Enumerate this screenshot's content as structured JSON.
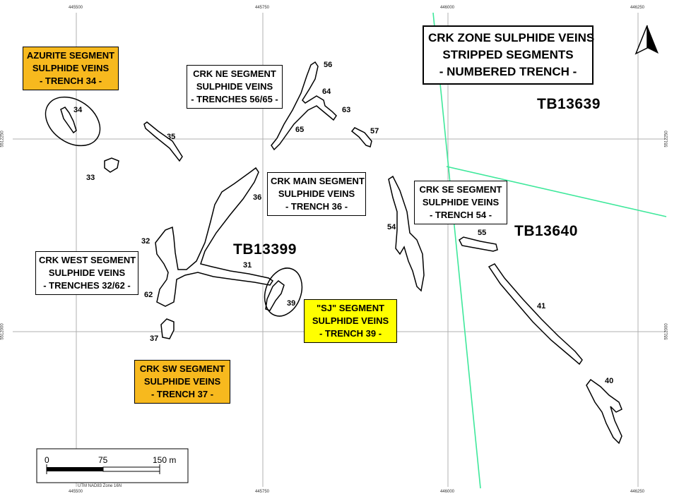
{
  "title": {
    "line1": "CRK ZONE SULPHIDE VEINS",
    "line2": "STRIPPED SEGMENTS",
    "line3": "- NUMBERED TRENCH -"
  },
  "segments": {
    "azurite": {
      "line1": "AZURITE SEGMENT",
      "line2": "SULPHIDE VEINS",
      "line3": "- TRENCH 34 -",
      "color": "#f7b91e"
    },
    "ne": {
      "line1": "CRK NE SEGMENT",
      "line2": "SULPHIDE VEINS",
      "line3": "- TRENCHES 56/65 -",
      "color": "#ffffff"
    },
    "main": {
      "line1": "CRK MAIN SEGMENT",
      "line2": "SULPHIDE VEINS",
      "line3": "- TRENCH 36 -",
      "color": "#ffffff"
    },
    "se": {
      "line1": "CRK SE SEGMENT",
      "line2": "SULPHIDE VEINS",
      "line3": "- TRENCH 54 -",
      "color": "#ffffff"
    },
    "west": {
      "line1": "CRK WEST SEGMENT",
      "line2": "SULPHIDE VEINS",
      "line3": "- TRENCHES 32/62 -",
      "color": "#ffffff"
    },
    "sj": {
      "line1": "\"SJ\" SEGMENT",
      "line2": "SULPHIDE VEINS",
      "line3": "- TRENCH 39 -",
      "color": "#ffff00"
    },
    "sw": {
      "line1": "CRK SW SEGMENT",
      "line2": "SULPHIDE VEINS",
      "line3": "- TRENCH 37 -",
      "color": "#f7b91e"
    }
  },
  "tenements": {
    "tb13639": "TB13639",
    "tb13640": "TB13640",
    "tb13399": "TB13399"
  },
  "trenches": {
    "t34": "34",
    "t35": "35",
    "t33": "33",
    "t56": "56",
    "t64": "64",
    "t63": "63",
    "t65": "65",
    "t57": "57",
    "t36": "36",
    "t32": "32",
    "t31": "31",
    "t62": "62",
    "t39": "39",
    "t37": "37",
    "t54": "54",
    "t55": "55",
    "t41": "41",
    "t40": "40"
  },
  "grid": {
    "easting": [
      "445500",
      "445750",
      "446000",
      "446250"
    ],
    "northing": [
      "5512250",
      "5512000"
    ]
  },
  "scale_bar": {
    "zero": "0",
    "mid": "75",
    "end": "150 m",
    "projection": "UTM NAD83 Zone 16N"
  },
  "colors": {
    "boundary": "#3ee89b",
    "grid": "#b0b0b0",
    "outline": "#000000"
  },
  "icons": {
    "north_arrow": "north-arrow-icon"
  }
}
